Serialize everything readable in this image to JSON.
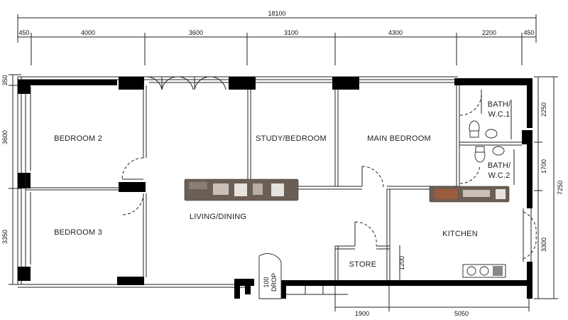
{
  "dimensions": {
    "overall_width": "18100",
    "top": [
      "450",
      "4000",
      "3600",
      "3100",
      "4300",
      "2200",
      "450"
    ],
    "left": [
      "350",
      "3600",
      "3350"
    ],
    "right": [
      "2250",
      "1700",
      "3300"
    ],
    "right_overall": "7250",
    "bottom": [
      "1900",
      "5050"
    ],
    "store_height": "1200"
  },
  "rooms": {
    "bedroom_2": "BEDROOM 2",
    "bedroom_3": "BEDROOM 3",
    "study_bedroom": "STUDY/BEDROOM",
    "main_bedroom": "MAIN BEDROOM",
    "bath_wc_1_line1": "BATH/",
    "bath_wc_1_line2": "W.C.1",
    "bath_wc_2_line1": "BATH/",
    "bath_wc_2_line2": "W.C.2",
    "living_dining": "LIVING/DINING",
    "kitchen": "KITCHEN",
    "store": "STORE",
    "refuse_chute_line1": "100",
    "refuse_chute_line2": "DROP"
  }
}
